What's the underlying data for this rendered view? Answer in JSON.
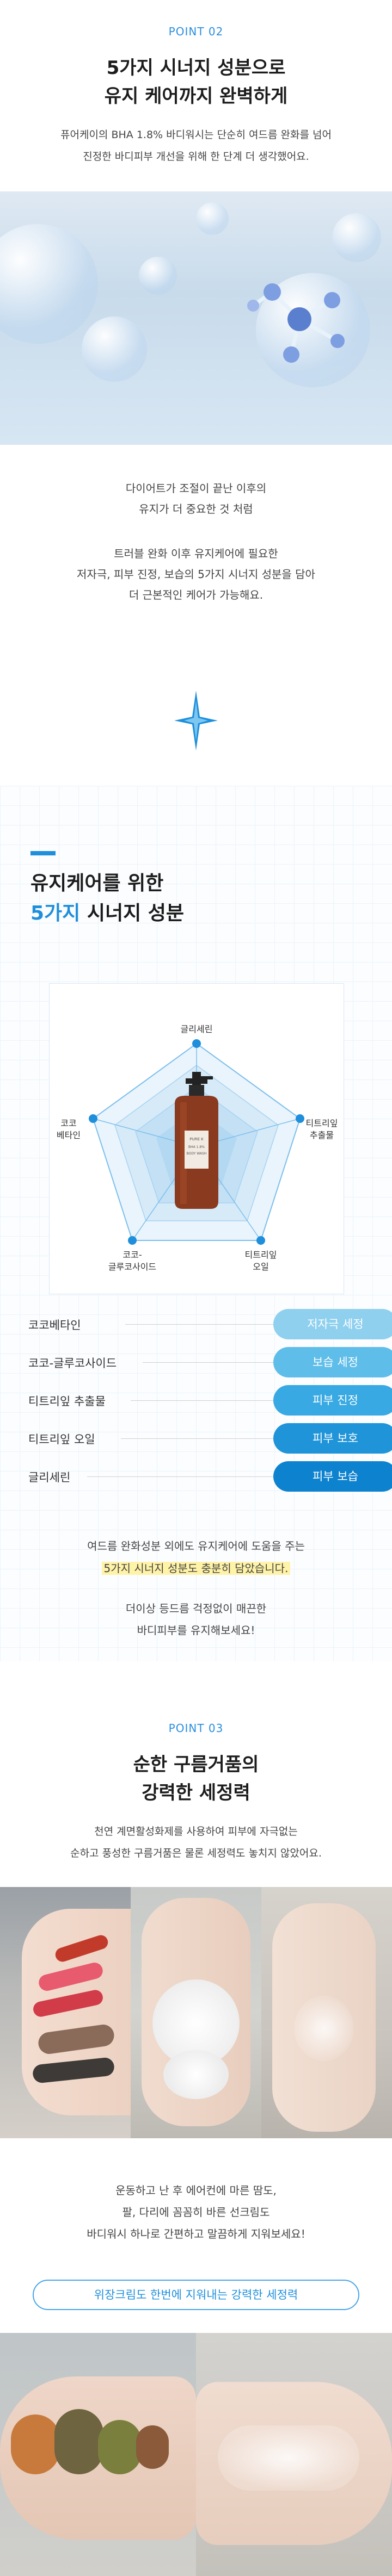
{
  "section1": {
    "point": "POINT 02",
    "title_line1": "5가지 시너지 성분으로",
    "title_line2": "유지 케어까지 완벽하게",
    "desc_line1": "퓨어케이의 BHA 1.8% 바디워시는 단순히 여드름 완화를 넘어",
    "desc_line2": "진정한 바디피부 개선을 위해 한 단계 더 생각했어요.",
    "para1_line1": "다이어트가 조절이 끝난 이후의",
    "para1_line2": "유지가 더 중요한 것 처럼",
    "para2_line1": "트러블 완화 이후 유지케어에 필요한",
    "para2_line2": "저자극, 피부 진정, 보습의 5가지 시너지 성분을 담아",
    "para2_line3": "더 근본적인 케어가 가능해요."
  },
  "section2": {
    "title_line1": "유지케어를 위한",
    "title_line2_accent": "5가지",
    "title_line2_rest": " 시너지 성분",
    "radar_labels": {
      "top": "글리세린",
      "right": "티트리잎\n추출물",
      "bottom_right": "티트리잎\n오일",
      "bottom_left": "코코-\n글루코사이드",
      "left": "코코\n베타인"
    },
    "bottle_label_line1": "PURE K",
    "bottle_label_line2": "BHA 1.8%",
    "bottle_label_line3": "BODY WASH",
    "ingredients": [
      {
        "name": "코코베타인",
        "effect": "저자극 세정",
        "color": "#8fd0ef"
      },
      {
        "name": "코코-글루코사이드",
        "effect": "보습 세정",
        "color": "#5fbde9"
      },
      {
        "name": "티트리잎 추출물",
        "effect": "피부 진정",
        "color": "#38a9e2"
      },
      {
        "name": "티트리잎 오일",
        "effect": "피부 보호",
        "color": "#1f94d8"
      },
      {
        "name": "글리세린",
        "effect": "피부 보습",
        "color": "#0d82cf"
      }
    ],
    "note1_line1": "여드름 완화성분 외에도 유지케어에 도움을 주는",
    "note1_line2": "5가지 시너지 성분도 충분히 담았습니다.",
    "note2_line1": "더이상 등드름 걱정없이 매끈한",
    "note2_line2": "바디피부를 유지해보세요!"
  },
  "section3": {
    "point": "POINT 03",
    "title_line1": "순한 구름거품의",
    "title_line2": "강력한 세정력",
    "desc_line1": "천연 계면활성화제를 사용하여 피부에 자극없는",
    "desc_line2": "순하고 풍성한 구름거품은 물론 세정력도 놓치지 않았어요.",
    "para_line1": "운동하고 난 후 에어컨에 마른 땀도,",
    "para_line2": "팔, 다리에 꼼꼼히 바른 선크림도",
    "para_line3": "바디워시 하나로 간편하고 말끔하게 지워보세요!",
    "banner": "위장크림도 한번에 지워내는 강력한 세정력"
  },
  "colors": {
    "accent": "#2a8fe0",
    "highlight": "#fff3a8",
    "banner_border": "#4aa6ea"
  }
}
